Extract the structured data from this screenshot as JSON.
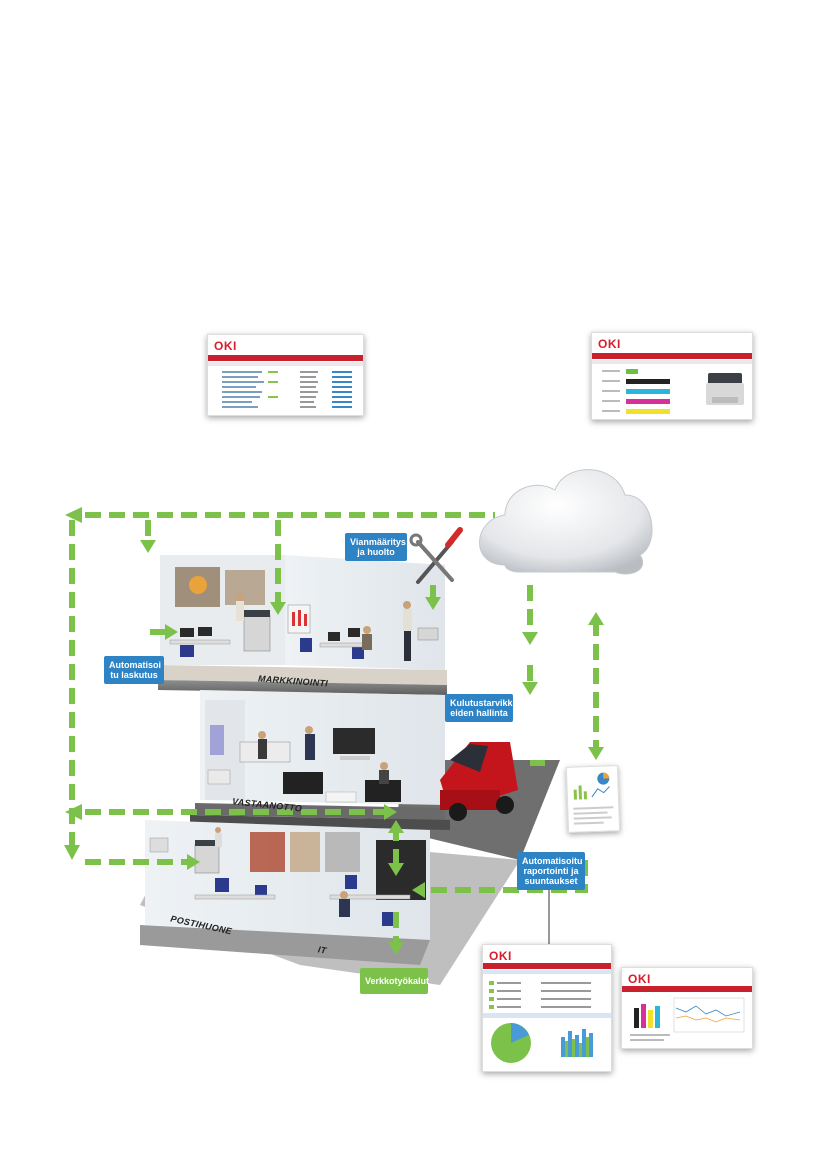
{
  "brand": {
    "name": "OKI",
    "color": "#d81e2a"
  },
  "colors": {
    "flow_arrow": "#7cc24a",
    "callout_blue": "#2e83c5",
    "callout_green": "#7cc24a"
  },
  "callouts": {
    "troubleshooting": "Vianmääritys ja huolto",
    "invoicing": "Automatisoi tu laskutus",
    "supplies": "Kulutustarvikk eiden hallinta",
    "reporting": "Automatisoitu raportointi ja suuntaukset",
    "network_tools": "Verkkotyökalut"
  },
  "floors": {
    "marketing": "MARKKINOINTI",
    "reception": "VASTAANOTTO",
    "mailroom": "POSTIHUONE",
    "it": "IT"
  },
  "icons": {
    "cloud": "cloud-icon",
    "tools": "wrench-screwdriver-icon",
    "van": "delivery-van-icon",
    "printer": "printer-icon"
  }
}
